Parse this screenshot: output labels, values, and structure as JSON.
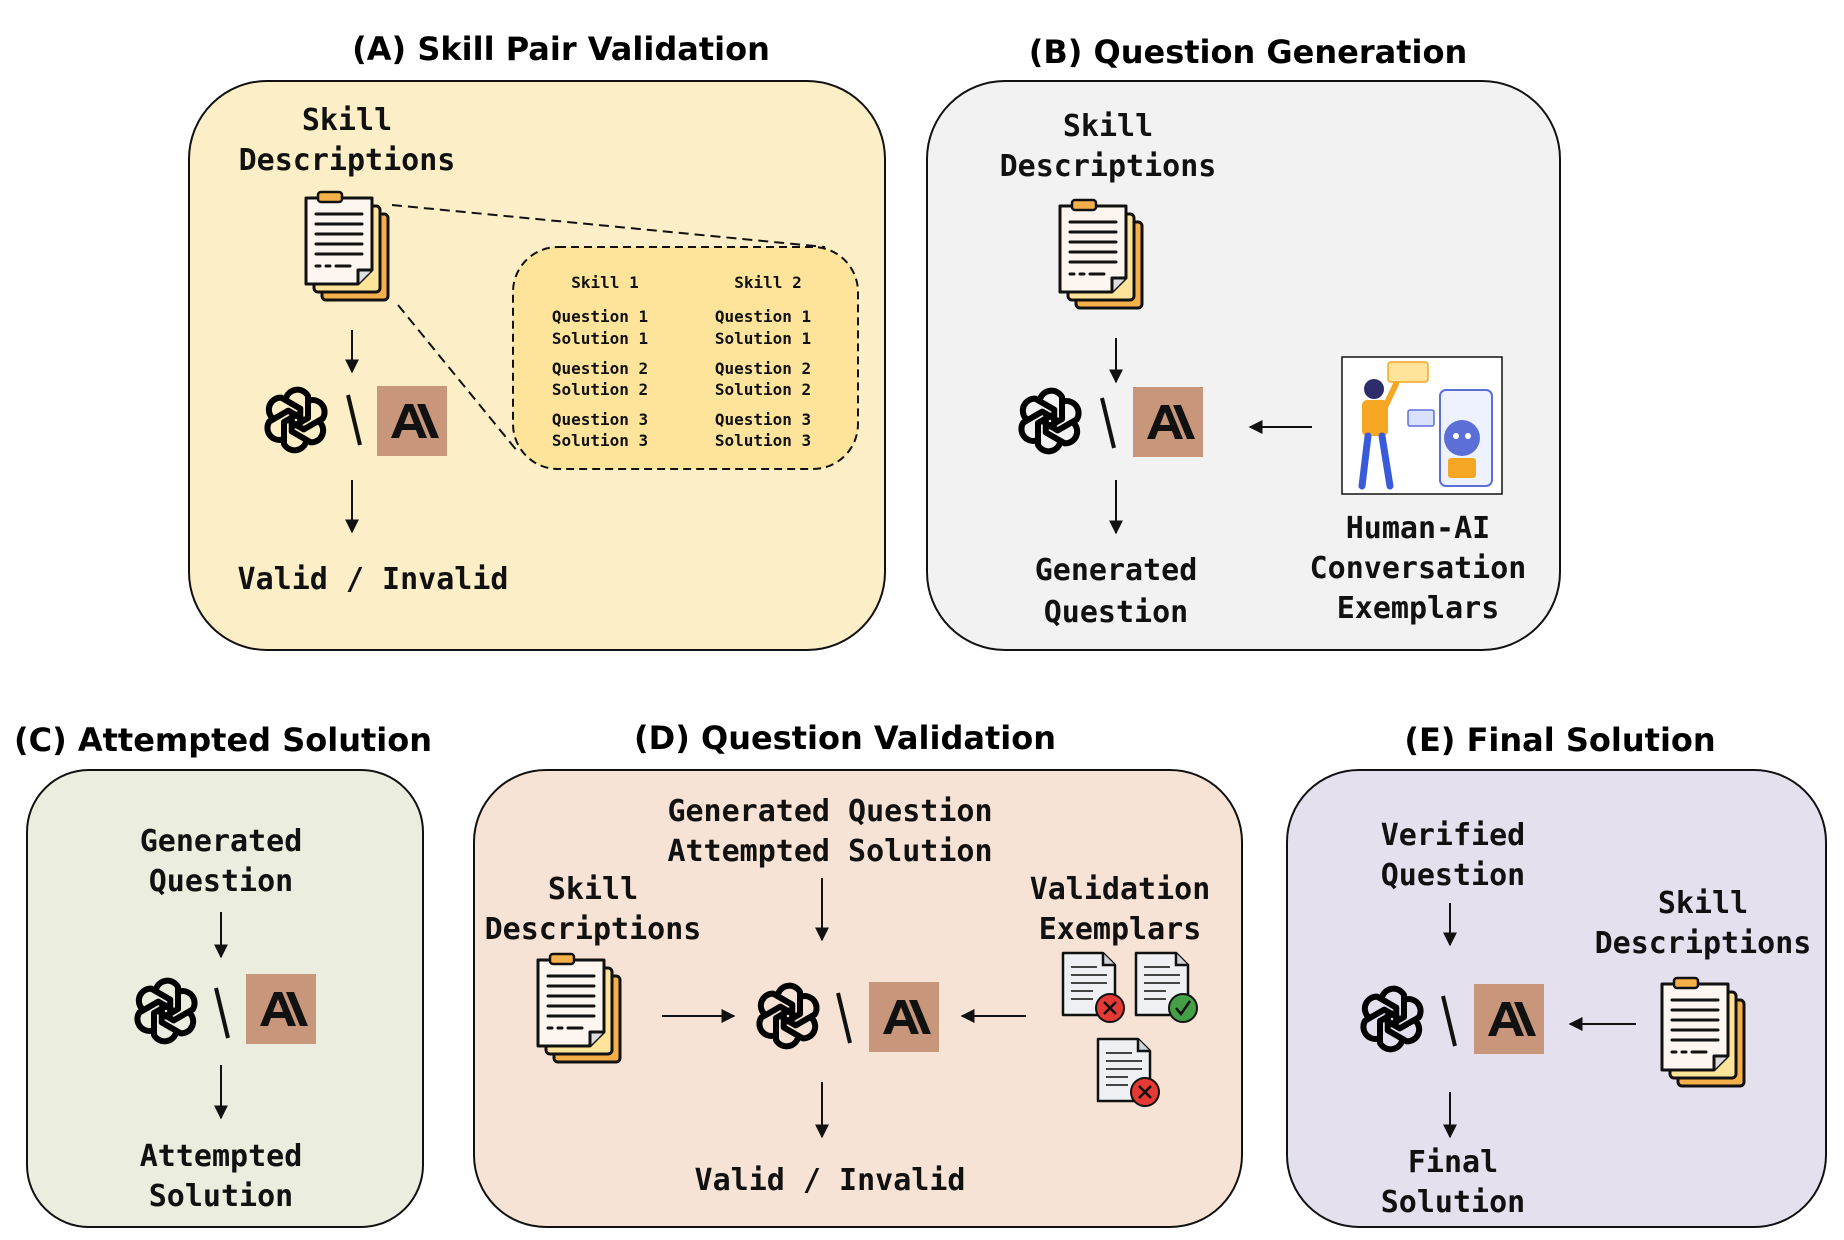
{
  "panels": {
    "A": {
      "title": "(A) Skill Pair Validation",
      "skill_desc": [
        "Skill",
        "Descriptions"
      ],
      "output": "Valid / Invalid",
      "table": {
        "headers": [
          "Skill 1",
          "Skill 2"
        ],
        "rows": [
          [
            "Question 1",
            "Question 1"
          ],
          [
            "Solution 1",
            "Solution 1"
          ],
          [
            "Question 2",
            "Question 2"
          ],
          [
            "Solution 2",
            "Solution 2"
          ],
          [
            "Question 3",
            "Question 3"
          ],
          [
            "Solution 3",
            "Solution 3"
          ]
        ]
      },
      "bg": "#fcefc7"
    },
    "B": {
      "title": "(B) Question Generation",
      "skill_desc": [
        "Skill",
        "Descriptions"
      ],
      "output": [
        "Generated",
        "Question"
      ],
      "exemplars": [
        "Human-AI",
        "Conversation",
        "Exemplars"
      ],
      "bg": "#f2f2f2"
    },
    "C": {
      "title": "(C) Attempted Solution",
      "input": [
        "Generated",
        "Question"
      ],
      "output": [
        "Attempted",
        "Solution"
      ],
      "bg": "#ebeedf"
    },
    "D": {
      "title": "(D) Question Validation",
      "inputs": [
        "Generated Question",
        "Attempted Solution"
      ],
      "skill_desc": [
        "Skill",
        "Descriptions"
      ],
      "exemplars": [
        "Validation",
        "Exemplars"
      ],
      "output": "Valid / Invalid",
      "bg": "#f7e3d5"
    },
    "E": {
      "title": "(E) Final Solution",
      "input": [
        "Verified",
        "Question"
      ],
      "skill_desc": [
        "Skill",
        "Descriptions"
      ],
      "output": [
        "Final",
        "Solution"
      ],
      "bg": "#e5e0ee"
    }
  },
  "icons": [
    "openai-logo-icon",
    "anthropic-logo-icon",
    "document-stack-icon",
    "human-ai-conversation-icon",
    "document-check-icon",
    "document-cross-icon"
  ],
  "colors": {
    "anthropic_bg": "#c8967a",
    "doc_orange": "#f5b04a",
    "doc_yellow": "#fde49a",
    "cross_red": "#e53935",
    "check_green": "#43a047"
  }
}
